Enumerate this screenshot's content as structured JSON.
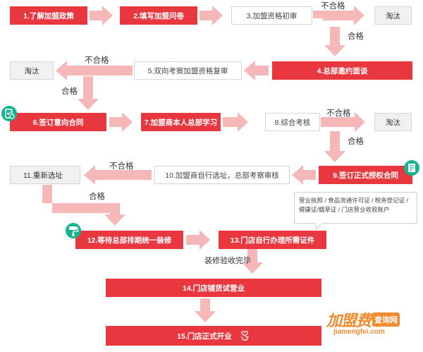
{
  "steps": {
    "s1": "1.了解加盟政策",
    "s2": "2.填写加盟问卷",
    "s3": "3.加盟资格初审",
    "s4": "4.总部邀约面谈",
    "s5": "5.双向考察加盟资格复审",
    "s6": "6.签订意向合同",
    "s7": "7.加盟商本人总部学习",
    "s8": "8.综合考核",
    "s9": "9.签订正式授权合同",
    "s10": "10.加盟商自行选址，总部考察审核",
    "s11": "11.重新选址",
    "s12": "12.等待总部排期统一装修",
    "s13": "13.门店自行办理所需证件",
    "s14": "14.门店铺货试营业",
    "s15": "15.门店正式开业",
    "out1": "淘汰",
    "out2": "淘汰",
    "out3": "淘汰"
  },
  "labels": {
    "fail1": "不合格",
    "pass1": "合格",
    "fail2": "不合格",
    "pass2": "合格",
    "fail3": "不合格",
    "pass3": "合格",
    "fail4": "不合格",
    "pass4": "合格",
    "decor": "装修验收完毕"
  },
  "callout": {
    "line1": "营业执照 / 食品流通许可证 / 税务登记证 /",
    "line2": "健康证/烟草证 / 门店营业收款账户"
  },
  "logo": {
    "name": "加盟费",
    "tag": "查询网",
    "url": "jiamengfei.com"
  },
  "colors": {
    "red": "#e8373f",
    "arrow": "#f6b7b9",
    "badge": "#17b38f",
    "brand": "#f28a2e"
  },
  "icons": [
    "checklist-icon",
    "contract-icon",
    "paint-roller-icon",
    "hand-heart-icon"
  ]
}
